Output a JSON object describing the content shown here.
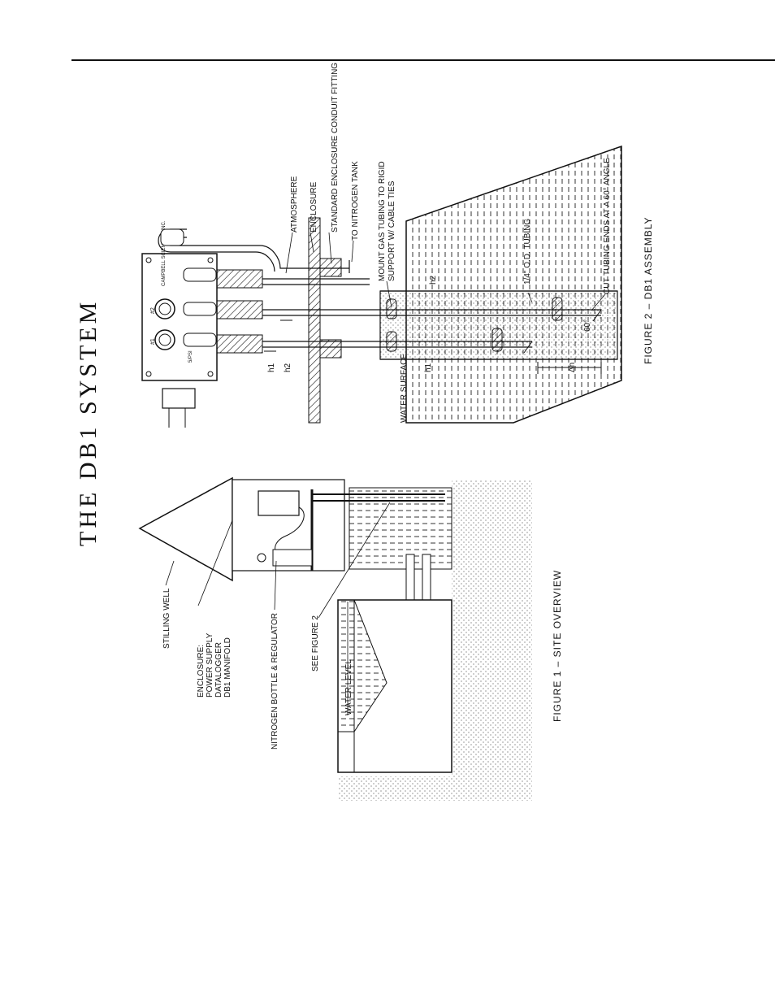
{
  "title": "THE DB1 SYSTEM",
  "figure1": {
    "caption": "FIGURE 1 – SITE OVERVIEW",
    "labels": {
      "stilling_well": "STILLING WELL",
      "enclosure_line1": "ENCLOSURE:",
      "enclosure_line2": "POWER SUPPLY",
      "enclosure_line3": "DATALOGGER",
      "enclosure_line4": "DB1 MANIFOLD",
      "nitrogen": "NITROGEN BOTTLE & REGULATOR",
      "see_fig2": "SEE FIGURE 2",
      "water_level": "WATER LEVEL"
    }
  },
  "figure2": {
    "caption": "FIGURE 2 – DB1 ASSEMBLY",
    "labels": {
      "conduit": "STANDARD ENCLOSURE CONDUIT FITTING",
      "atmosphere": "ATMOSPHERE",
      "enclosure": "ENCLOSURE",
      "to_nitrogen": "TO NITROGEN TANK",
      "mount_line1": "MOUNT GAS TUBING TO RIGID",
      "mount_line2": "SUPPORT W/ CABLE TIES",
      "tubing": "1/4\" O.D. TUBING",
      "cut_tubing": "CUT TUBING ENDS AT A 60° ANGLE",
      "water_surface": "WATER SURFACE",
      "h1": "h1",
      "h2": "h2",
      "h1_inner": "h1",
      "h2_inner": "h2",
      "delta_h": "Δh",
      "angle": "60°",
      "port1": "#1",
      "port2": "#2",
      "vent": "5/PSI",
      "logo": "CAMPBELL SCIENTIFIC INC."
    }
  }
}
